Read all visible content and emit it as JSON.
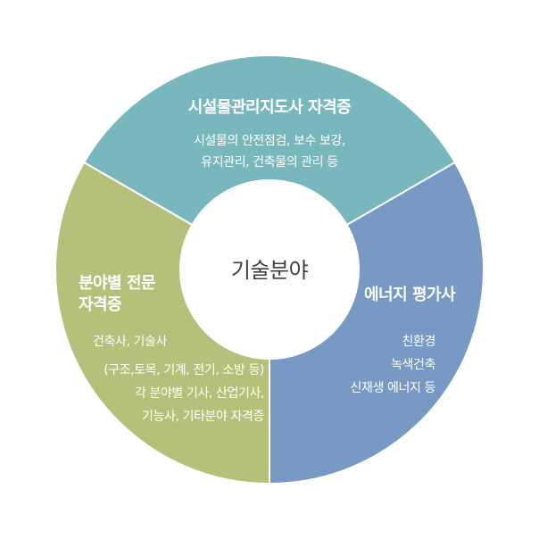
{
  "center_label": "기술분야",
  "colors": {
    "top": "#78b8bd",
    "right": "#7799c4",
    "left": "#b6c07a",
    "border": "#ffffff",
    "center_fill": "#ffffff",
    "center_text": "#404040"
  },
  "segments": {
    "top": {
      "title": "시설물관리지도사 자격증",
      "lines": [
        "시설물의 안전점검, 보수 보강,",
        "유지관리, 건축물의 관리 등"
      ]
    },
    "right": {
      "title": "에너지 평가사",
      "lines": [
        "친환경",
        "녹색건축",
        "신재생 에너지 등"
      ]
    },
    "left": {
      "title_lines": [
        "분야별 전문",
        "자격증"
      ],
      "lines": [
        "건축사, 기술사",
        "(구조,토목, 기계, 전기, 소방 등)",
        "각 분야별 기사, 산업기사,",
        "기능사, 기타분야 자격증"
      ]
    }
  }
}
